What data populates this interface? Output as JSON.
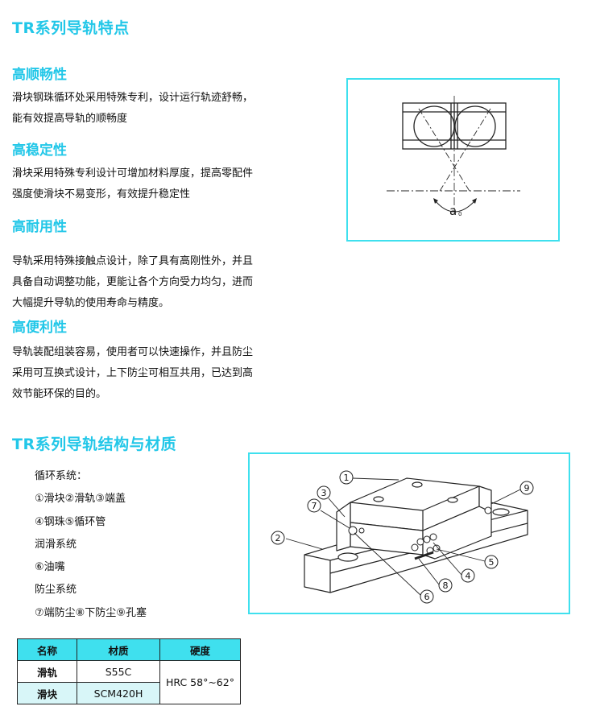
{
  "section1": {
    "title": "TR系列导轨特点",
    "features": [
      {
        "heading": "高顺畅性",
        "lines": [
          "滑块钢珠循环处采用特殊专利，设计运行轨迹舒畅，",
          "能有效提高导轨的顺畅度"
        ]
      },
      {
        "heading": "高稳定性",
        "lines": [
          "滑块采用特殊专利设计可增加材料厚度，提高零配件",
          "强度使滑块不易变形，有效提升稳定性"
        ]
      },
      {
        "heading": "高耐用性",
        "lines": [
          "导轨采用特殊接触点设计，除了具有高刚性外，并且",
          "具备自动调整功能，更能让各个方向受力均匀，进而",
          "大幅提升导轨的使用寿命与精度。"
        ]
      },
      {
        "heading": "高便利性",
        "lines": [
          "导轨装配组装容易，使用者可以快速操作，并且防尘",
          "采用可互换式设计，上下防尘可相互共用，已达到高",
          "效节能环保的目的。"
        ]
      }
    ],
    "diagram_label": "a"
  },
  "section2": {
    "title": "TR系列导轨结构与材质",
    "items": [
      "循环系统：",
      "①滑块②滑轨③端盖",
      "④钢珠⑤循环管",
      "润滑系统",
      "⑥油嘴",
      "防尘系统",
      "⑦端防尘⑧下防尘⑨孔塞"
    ],
    "callouts": [
      "1",
      "2",
      "3",
      "4",
      "5",
      "6",
      "7",
      "8",
      "9"
    ]
  },
  "table": {
    "headers": [
      "名称",
      "材质",
      "硬度"
    ],
    "rows": [
      {
        "name": "滑轨",
        "material": "S55C"
      },
      {
        "name": "滑块",
        "material": "SCM420H"
      }
    ],
    "hardness": "HRC 58°~62°"
  },
  "colors": {
    "accent": "#22c7e8",
    "frame": "#3fe0ee",
    "header_fill": "#3fe0ee",
    "row_fill": "#d8f6f8"
  }
}
